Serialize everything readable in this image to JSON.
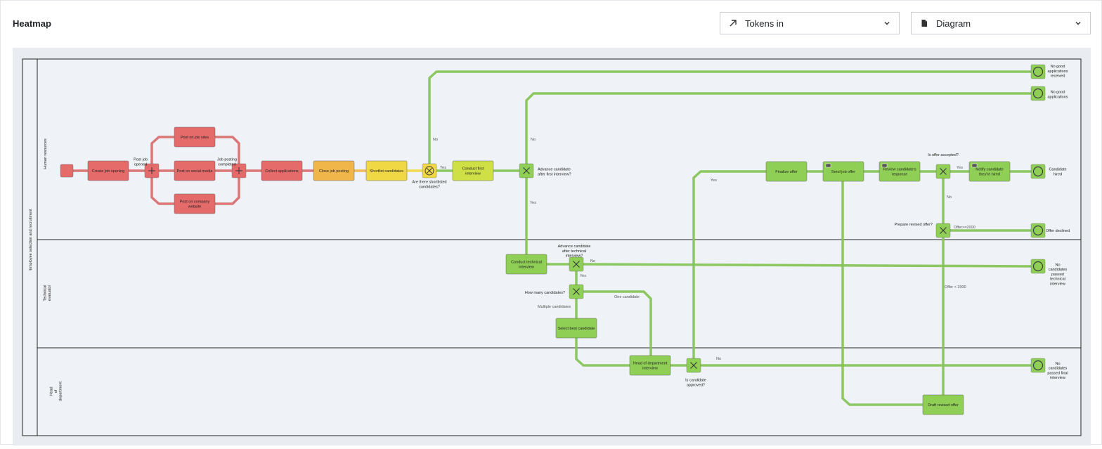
{
  "header": {
    "title": "Heatmap",
    "metric_select": {
      "value": "Tokens in",
      "icon": "trend-arrow-icon"
    },
    "view_select": {
      "value": "Diagram",
      "icon": "document-icon"
    }
  },
  "colors": {
    "hot": "#e56b6b",
    "warm": "#f0b64a",
    "mid": "#f0d844",
    "light": "#cfe047",
    "cool": "#8fcf56",
    "edge_hot": "#d96f6f",
    "edge_cool": "#86c45a"
  },
  "diagram": {
    "pool_label": "Employee selection and recruitment",
    "lanes": [
      "Human resources",
      "Technical evaluator",
      "Head of department"
    ],
    "tasks": {
      "create": "Create job opening",
      "post_job_sites": "Post on job sites",
      "post_social": "Post on social media",
      "post_company": [
        "Post on company",
        "website"
      ],
      "collect": "Collect applications",
      "close": "Close job posting",
      "shortlist": "Shortlist candidates",
      "first_interview": [
        "Conduct first",
        "interview"
      ],
      "tech_interview": [
        "Conduct technical",
        "interview"
      ],
      "select_best": "Select best candidate",
      "head_interview": [
        "Head of department",
        "interview"
      ],
      "finalize": "Finalize offer",
      "send_offer": "Send job offer",
      "review_response": [
        "Review candidate's",
        "response"
      ],
      "notify": [
        "Notify candidate",
        "they're hired"
      ],
      "draft_revised": "Draft revised offer"
    },
    "gateways": {
      "post_job_opened": [
        "Post job",
        "opened"
      ],
      "posting_completed": [
        "Job posting",
        "completed"
      ],
      "shortlisted": [
        "Are there shortlisted",
        "candidates?"
      ],
      "advance_first": [
        "Advance candidate",
        "after first interview?"
      ],
      "advance_tech": [
        "Advance candidate",
        "after technical",
        "interview?"
      ],
      "how_many": "How many candidates?",
      "approved": [
        "Is candidate",
        "approved?"
      ],
      "offer_accepted": "Is offer accepted?",
      "revised_offer": "Prepare revised offer?"
    },
    "ends": {
      "no_good_1": [
        "No good",
        "applications",
        "received"
      ],
      "no_good_2": [
        "No good",
        "applications"
      ],
      "hired": [
        "Candidate",
        "hired"
      ],
      "declined": "Offer declined",
      "no_tech": [
        "No",
        "candidates",
        "passed",
        "technical",
        "interview"
      ],
      "no_final": [
        "No",
        "candidates",
        "passed final",
        "interview"
      ]
    },
    "edge_labels": {
      "yes": "Yes",
      "no": "No",
      "one_candidate": "One candidate",
      "multiple_candidates": "Multiple candidates",
      "offer_ge": "Offer>=2000",
      "offer_lt": "Offer < 2000"
    }
  }
}
